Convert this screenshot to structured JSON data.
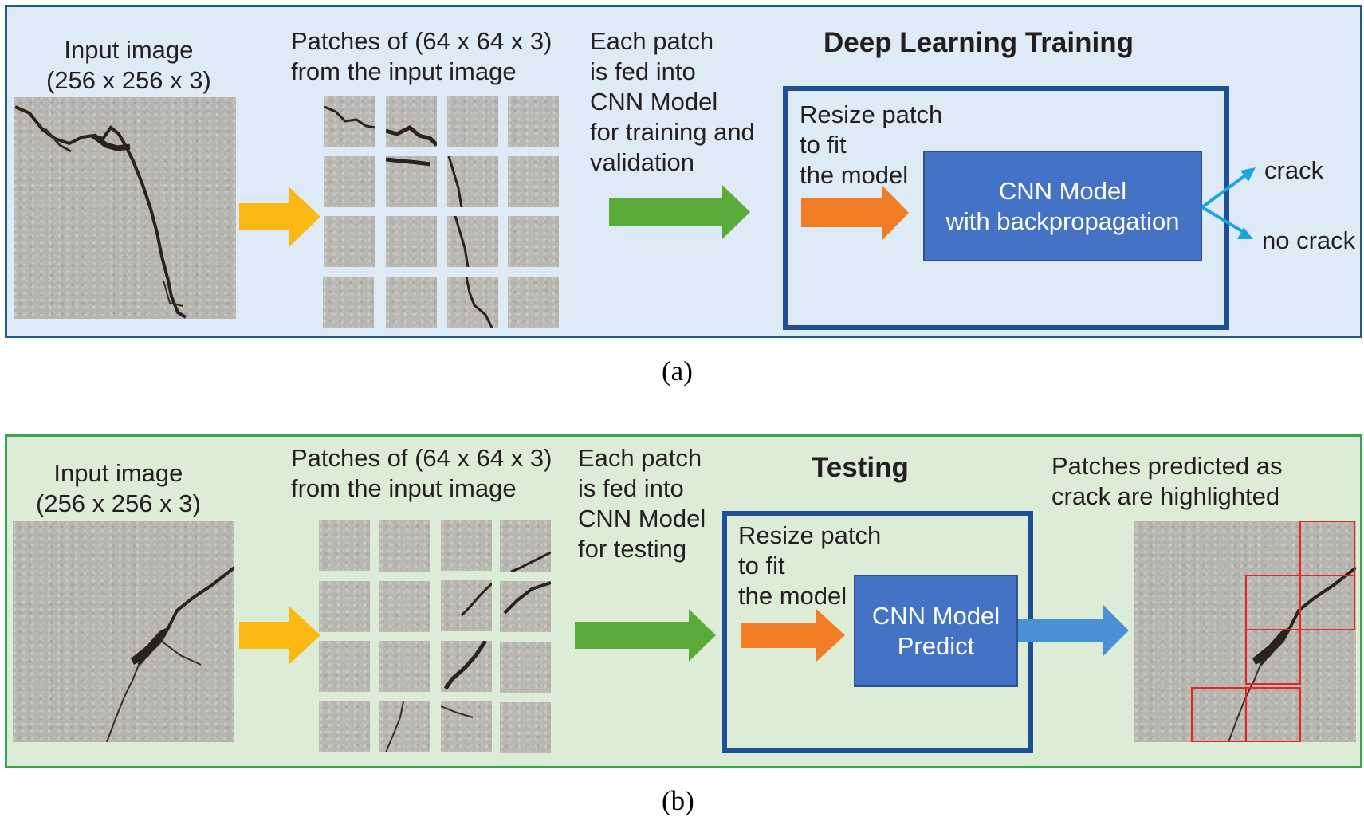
{
  "panel_a": {
    "input_label": "Input image\n(256 x 256 x 3)",
    "patches_label": "Patches of (64 x 64 x 3)\nfrom the input image",
    "fed_label": "Each patch\nis fed into\nCNN Model\nfor training and\nvalidation",
    "title": "Deep Learning Training",
    "resize_label": "Resize patch\nto fit\nthe model",
    "cnn_label": "CNN Model\nwith backpropagation",
    "output_crack": "crack",
    "output_no_crack": "no crack",
    "caption": "(a)"
  },
  "panel_b": {
    "input_label": "Input  image\n(256 x 256 x 3)",
    "patches_label": "Patches of (64 x 64 x 3)\nfrom the input image",
    "fed_label": "Each patch\nis fed into\nCNN Model\nfor testing",
    "title": "Testing",
    "resize_label": "Resize patch\nto fit\nthe model",
    "cnn_label": "CNN Model\nPredict",
    "result_label": "Patches predicted as\ncrack are highlighted",
    "caption": "(b)"
  },
  "colors": {
    "panel_a_fill": "#deeaf6",
    "panel_a_border": "#1f5a8c",
    "panel_b_fill": "#dcecd7",
    "panel_b_border": "#36a84a",
    "yellow_arrow": "#fbb813",
    "green_arrow": "#5aab3a",
    "orange_arrow": "#f07d26",
    "blue_arrow": "#4a90d4",
    "cyan_arrow": "#1ca6df",
    "cnn_box": "#4472c4",
    "frame": "#1f4e96",
    "highlight": "#e8251f"
  }
}
